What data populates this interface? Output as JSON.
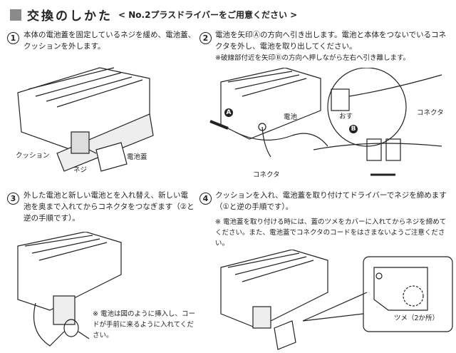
{
  "title": {
    "main": "交換のしかた",
    "sub": "< No.2プラスドライバーをご用意ください >"
  },
  "steps": [
    {
      "num": "1",
      "text": "本体の電池蓋を固定しているネジを緩め、電池蓋、クッションを外します。",
      "labels": {
        "cushion": "クッション",
        "screw": "ネジ",
        "cover": "電池蓋"
      }
    },
    {
      "num": "2",
      "text": "電池を矢印Ⓐの方向へ引き出します。電池と本体をつないでいるコネクタを外し、電池を取り出してください。",
      "note": "※破線部付近を矢印Ⓑの方向へ押しながら左右へ引き離します。",
      "labels": {
        "battery": "電池",
        "connector": "コネクタ",
        "male": "おす",
        "connector2": "コネクタ",
        "a": "A",
        "b": "B"
      }
    },
    {
      "num": "3",
      "text": "外した電池と新しい電池とを入れ替え、新しい電池を奥まで入れてからコネクタをつなぎます（②と逆の手順です）。",
      "note": "※ 電池は図のように挿入し、コードが手前に来るように入れてください。"
    },
    {
      "num": "4",
      "text": "クッションを入れ、電池蓋を取り付けてドライバーでネジを締めます（①と逆の手順です）。",
      "note": "※ 電池蓋を取り付ける時には、蓋のツメをカバーに入れてからネジを締めてください。また、電池蓋でコネクタのコードをはさまないようご注意ください。",
      "labels": {
        "tabs": "ツメ（2か所）"
      }
    }
  ]
}
